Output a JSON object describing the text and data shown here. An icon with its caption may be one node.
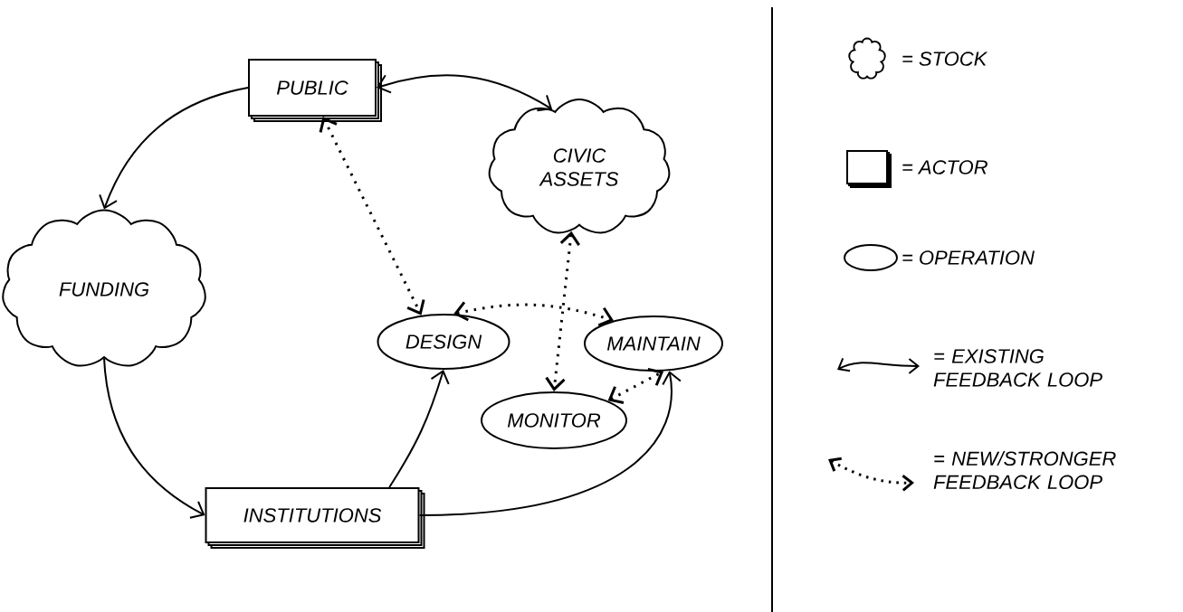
{
  "diagram": {
    "nodes": [
      {
        "text": [
          "PUBLIC"
        ]
      },
      {
        "text": [
          "CIVIC ASSETS"
        ]
      },
      {
        "text": [
          "FUNDING"
        ]
      },
      {
        "text": [
          "DESIGN"
        ]
      },
      {
        "text": [
          "MAINTAIN"
        ]
      },
      {
        "text": [
          "MONITOR"
        ]
      },
      {
        "text": [
          "INSTITUTIONS"
        ]
      }
    ],
    "edges": [
      {
        "from": 0,
        "to": 2,
        "arrow": "to"
      },
      {
        "from": 0,
        "to": 1,
        "arrow": "both"
      },
      {
        "from": 2,
        "to": 6,
        "arrow": "to"
      },
      {
        "from": 6,
        "to": 3,
        "arrow": "to"
      },
      {
        "from": 6,
        "to": 4,
        "arrow": "to"
      },
      {
        "from": 0,
        "to": 3,
        "arrow": "both",
        "style": "dashed"
      },
      {
        "from": 1,
        "to": 5,
        "arrow": "both",
        "style": "dashed"
      },
      {
        "from": 3,
        "to": 4,
        "arrow": "both",
        "style": "dashed"
      },
      {
        "from": 5,
        "to": 4,
        "arrow": "both",
        "style": "dashed"
      }
    ],
    "legend": [
      {
        "text": "= STOCK"
      },
      {
        "text": "= ACTOR"
      },
      {
        "text": "= OPERATION"
      },
      {
        "text": "= EXISTING FEEDBACK LOOP"
      },
      {
        "text": "= NEW/STRONGER FEEDBACK LOOP"
      }
    ]
  }
}
